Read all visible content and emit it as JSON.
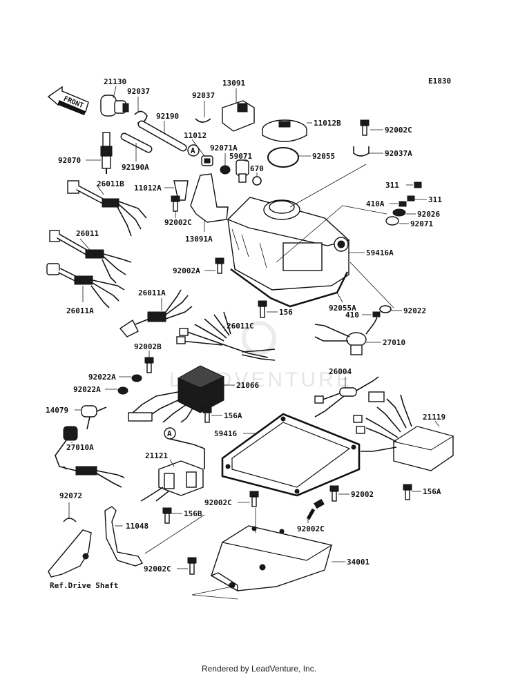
{
  "diagram_code": "E1830",
  "front_label": "FRONT",
  "watermark": "LEADVENTURE",
  "footer": "Rendered by LeadVenture, Inc.",
  "ref_label": "Ref.Drive Shaft",
  "callout_a": "A",
  "parts": {
    "p21130": "21130",
    "p92037_1": "92037",
    "p92037_2": "92037",
    "p13091": "13091",
    "p11012B": "11012B",
    "p92190": "92190",
    "p92002C_1": "92002C",
    "p11012": "11012",
    "p92070": "92070",
    "p92190A": "92190A",
    "p92071A": "92071A",
    "p59071": "59071",
    "p92055": "92055",
    "p92037A": "92037A",
    "p670": "670",
    "p26011B": "26011B",
    "p11012A": "11012A",
    "p311_1": "311",
    "p311_2": "311",
    "p410A": "410A",
    "p92026": "92026",
    "p92002C_2": "92002C",
    "p92071": "92071",
    "p13091A": "13091A",
    "p26011": "26011",
    "p59416A": "59416A",
    "p92002A": "92002A",
    "p26011A": "26011A",
    "p92055A": "92055A",
    "p26011A_2": "26011A",
    "p92022": "92022",
    "p156_1": "156",
    "p410": "410",
    "p26011C": "26011C",
    "p27010": "27010",
    "p92002B": "92002B",
    "p92022A_1": "92022A",
    "p21066": "21066",
    "p26004": "26004",
    "p92022A_2": "92022A",
    "p14079": "14079",
    "p156A_1": "156A",
    "p21119": "21119",
    "p59416": "59416",
    "p27010A": "27010A",
    "p21121": "21121",
    "p156A_2": "156A",
    "p92072": "92072",
    "p92002C_3": "92002C",
    "p92002": "92002",
    "p156B": "156B",
    "p11048": "11048",
    "p92002C_4": "92002C",
    "p34001": "34001",
    "p92002C_5": "92002C"
  }
}
